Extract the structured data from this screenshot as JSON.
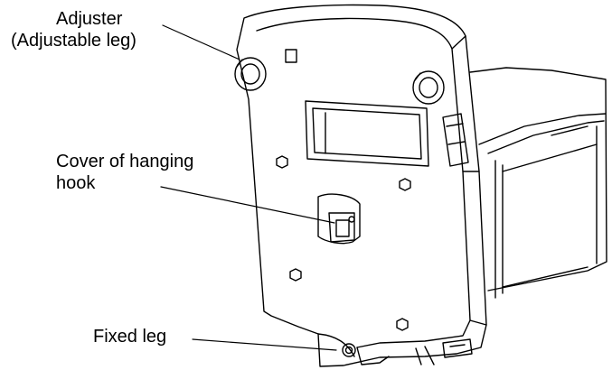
{
  "labels": {
    "adjuster_line1": "Adjuster",
    "adjuster_line2": "(Adjustable leg)",
    "hook_cover_line1": "Cover of hanging",
    "hook_cover_line2": "hook",
    "fixed_leg": "Fixed leg"
  },
  "colors": {
    "line": "#000000",
    "background": "#ffffff"
  }
}
